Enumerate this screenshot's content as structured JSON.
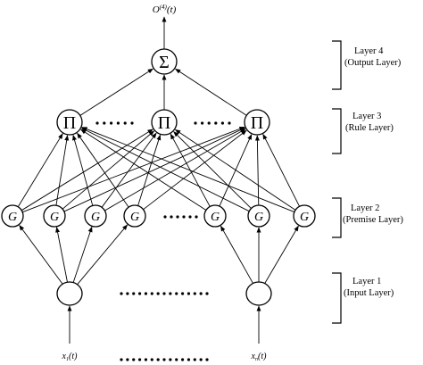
{
  "diagram": {
    "output_symbol": "Σ",
    "output_label_main": "O",
    "output_label_sup": "(4)",
    "output_label_arg": "(t)",
    "rule_symbol": "Π",
    "premise_symbol": "G",
    "input_first_main": "x",
    "input_first_sub": "1",
    "input_first_arg": "(t)",
    "input_last_main": "x",
    "input_last_sub": "n",
    "input_last_arg": "(t)",
    "layers": [
      {
        "title": "Layer 4",
        "subtitle": "(Output Layer)"
      },
      {
        "title": "Layer 3",
        "subtitle": "(Rule Layer)"
      },
      {
        "title": "Layer 2",
        "subtitle": "(Premise Layer)"
      },
      {
        "title": "Layer 1",
        "subtitle": "(Input Layer)"
      }
    ]
  }
}
